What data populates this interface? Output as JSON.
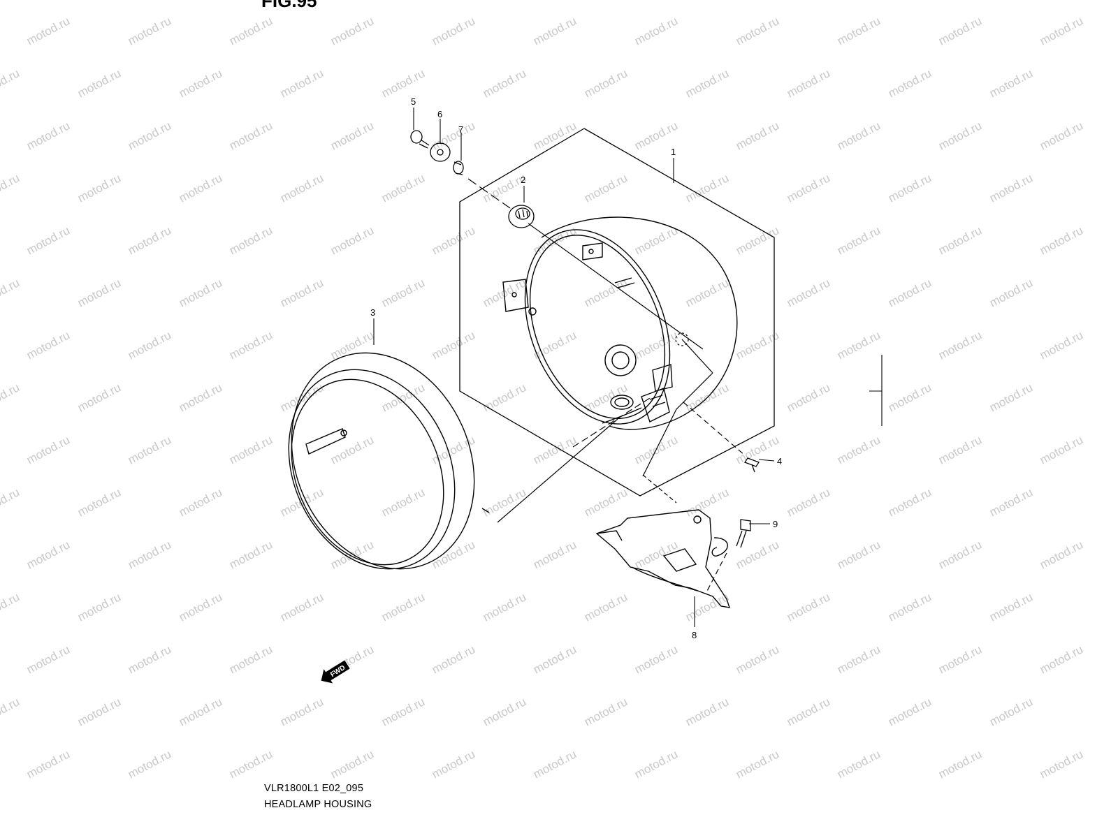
{
  "figure_title": "FIG.95",
  "watermark": "motod.ru",
  "callouts": [
    "1",
    "2",
    "3",
    "4",
    "5",
    "6",
    "7",
    "8",
    "9"
  ],
  "fwd_label": "FWD",
  "caption": {
    "model_code": "VLR1800L1 E02_095",
    "title": "HEADLAMP HOUSING"
  }
}
